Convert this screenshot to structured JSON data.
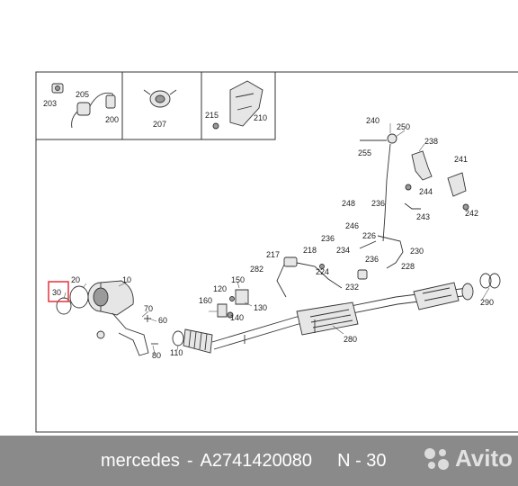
{
  "labels": {
    "l10": "10",
    "l20": "20",
    "l30": "30",
    "l60": "60",
    "l70": "70",
    "l80": "80",
    "l110": "110",
    "l120": "120",
    "l130": "130",
    "l140": "140",
    "l150": "150",
    "l160": "160",
    "l200": "200",
    "l203": "203",
    "l205": "205",
    "l207": "207",
    "l210": "210",
    "l215": "215",
    "l217": "217",
    "l218": "218",
    "l224": "224",
    "l226": "226",
    "l228": "228",
    "l230": "230",
    "l232": "232",
    "l234": "234",
    "l236a": "236",
    "l236b": "236",
    "l238": "238",
    "l240": "240",
    "l241": "241",
    "l242": "242",
    "l243": "243",
    "l244": "244",
    "l246": "246",
    "l248": "248",
    "l250": "250",
    "l255": "255",
    "l280": "280",
    "l282": "282",
    "l290": "290"
  },
  "highlight_color": "#e8313a",
  "footer": {
    "brand": "mercedes",
    "separator": "-",
    "part_number": "A2741420080",
    "ref": "N - 30",
    "watermark": "Avito",
    "watermark_icon": "avito-dots-icon"
  }
}
